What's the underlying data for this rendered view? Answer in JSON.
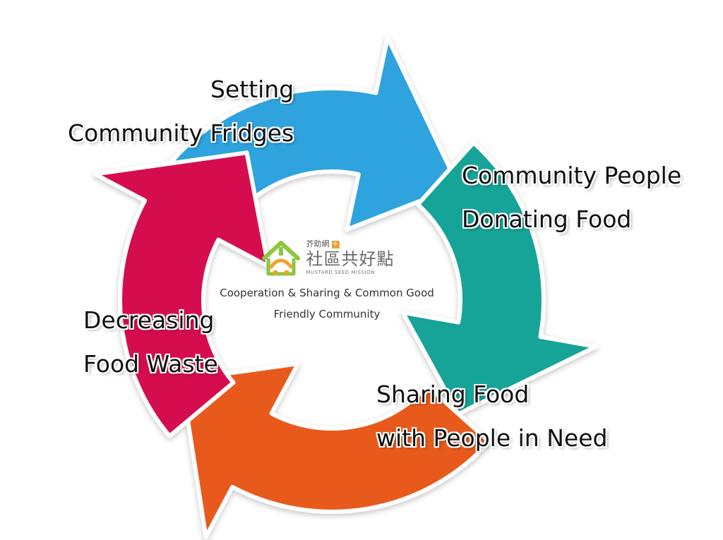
{
  "cycle": {
    "steps": [
      {
        "id": "setting",
        "lines": [
          "Setting",
          "Community Fridges"
        ],
        "color": "#2ea3de"
      },
      {
        "id": "donating",
        "lines": [
          "Community People",
          "Donating Food"
        ],
        "color": "#17a398"
      },
      {
        "id": "sharing",
        "lines": [
          "Sharing Food",
          "with People in Need"
        ],
        "color": "#e85a1b"
      },
      {
        "id": "waste",
        "lines": [
          "Decreasing",
          "Food Waste"
        ],
        "color": "#d5084f"
      }
    ]
  },
  "center": {
    "logo_top": "芥助網",
    "logo_top_badge": "+",
    "logo_main": "社區共好點",
    "logo_sub": "MUSTARD SEED MISSION",
    "logo_colors": {
      "green": "#8cc63f",
      "orange": "#f0a32a"
    },
    "tagline_line1": "Cooperation & Sharing & Common Good",
    "tagline_line2": "Friendly Community"
  }
}
